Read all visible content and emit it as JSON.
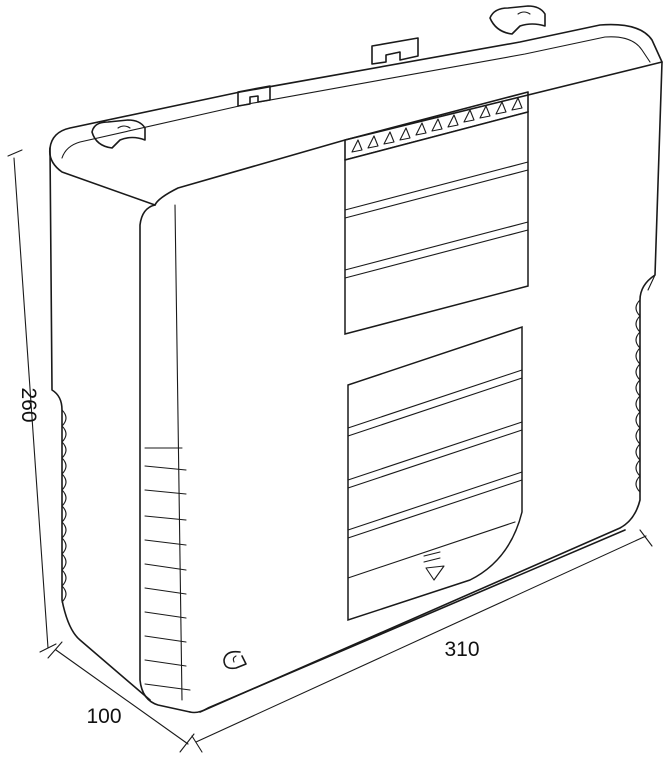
{
  "diagram": {
    "dimensions": {
      "height": "260",
      "width": "310",
      "depth": "100"
    },
    "icons": [
      "logo-mark-icon",
      "arrow-triangle-icon"
    ]
  }
}
